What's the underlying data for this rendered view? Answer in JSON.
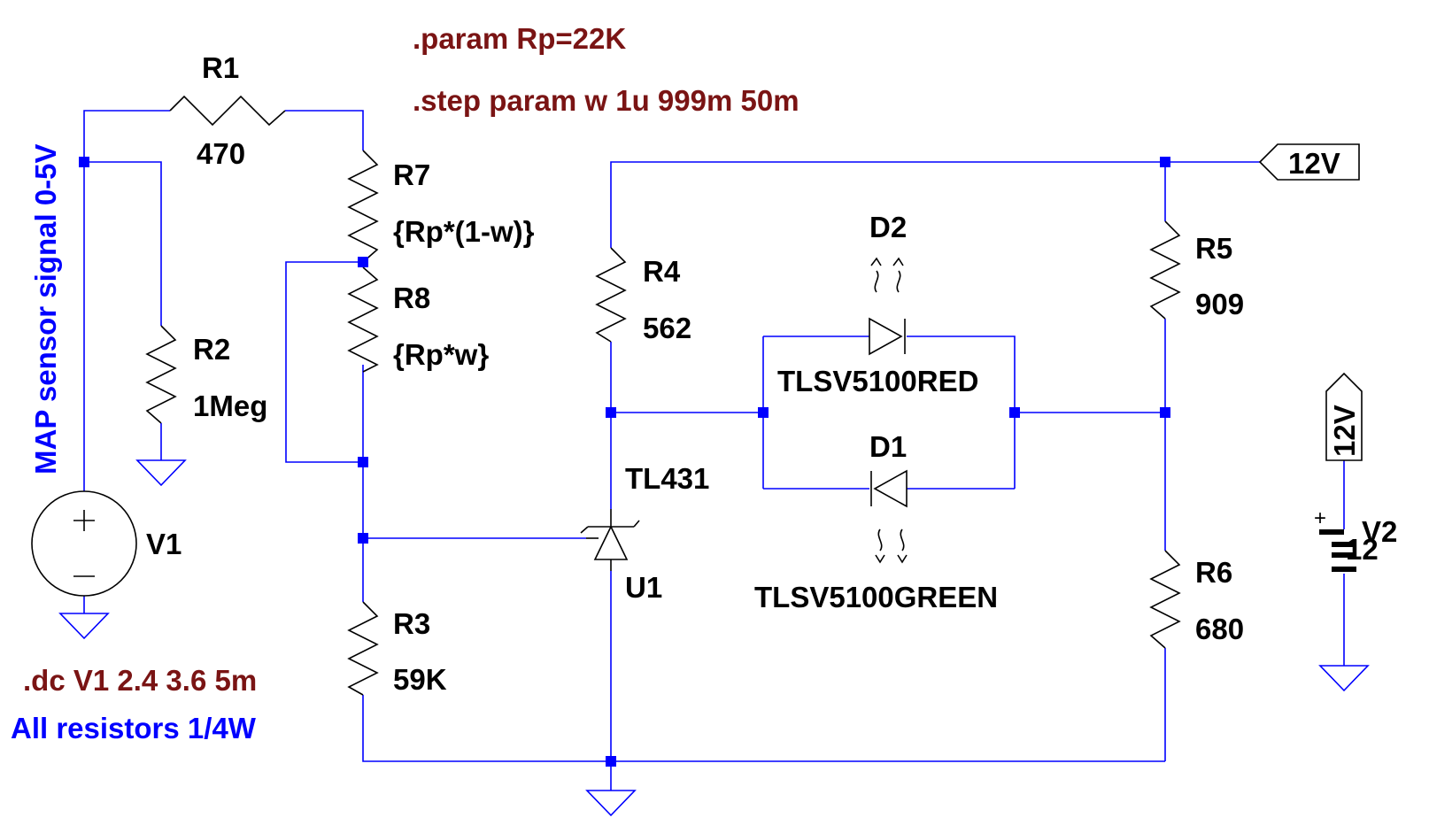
{
  "directives": {
    "param": ".param Rp=22K",
    "step": ".step param w 1u 999m 50m",
    "dc": ".dc V1 2.4 3.6 5m"
  },
  "comments": {
    "map_signal": "MAP sensor signal 0-5V",
    "resistors": "All resistors 1/4W"
  },
  "components": {
    "R1": {
      "name": "R1",
      "value": "470"
    },
    "R2": {
      "name": "R2",
      "value": "1Meg"
    },
    "R3": {
      "name": "R3",
      "value": "59K"
    },
    "R4": {
      "name": "R4",
      "value": "562"
    },
    "R5": {
      "name": "R5",
      "value": "909"
    },
    "R6": {
      "name": "R6",
      "value": "680"
    },
    "R7": {
      "name": "R7",
      "value": "{Rp*(1-w)}"
    },
    "R8": {
      "name": "R8",
      "value": "{Rp*w}"
    },
    "V1": {
      "name": "V1",
      "plus": "+",
      "minus": "−"
    },
    "V2": {
      "name": "V2",
      "value": "12",
      "plus": "+"
    },
    "U1": {
      "name": "U1",
      "value": "TL431"
    },
    "D1": {
      "name": "D1",
      "value": "TLSV5100GREEN"
    },
    "D2": {
      "name": "D2",
      "value": "TLSV5100RED"
    }
  },
  "net_labels": {
    "top": "12V",
    "v2": "12V"
  },
  "colors": {
    "wire": "#0000ff",
    "component": "#000000",
    "directive": "#7a1414",
    "comment": "#0000ff",
    "background": "#ffffff"
  }
}
